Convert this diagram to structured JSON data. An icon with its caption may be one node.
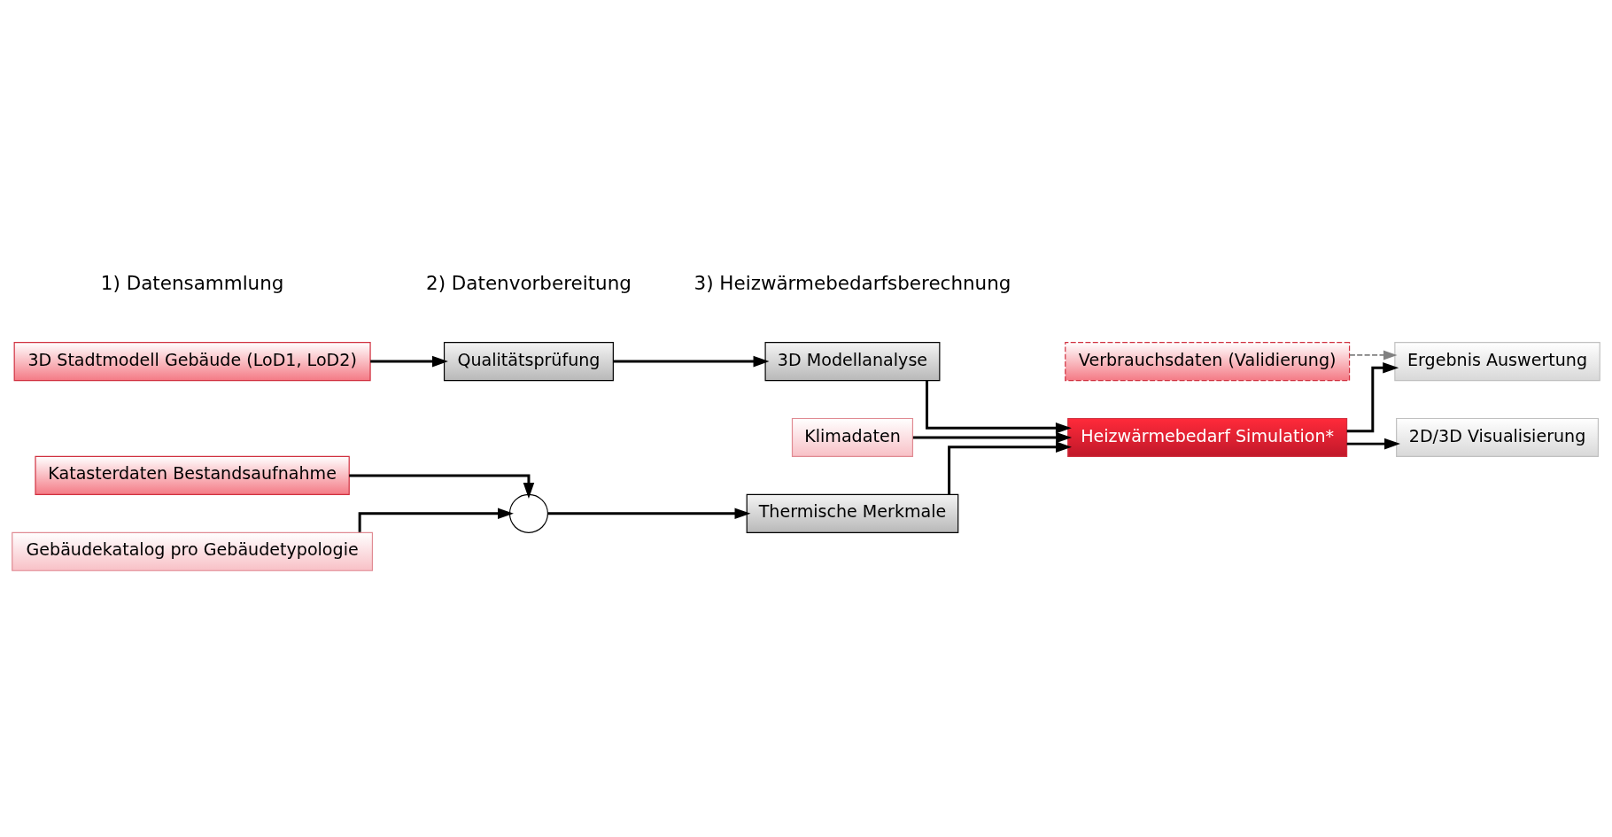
{
  "diagram": {
    "nodes": [
      {
        "text": [
          "3D Stadtmodell Gebäude (LoD1, LoD2)"
        ]
      },
      {
        "text": [
          "Qualitätsprüfung"
        ]
      },
      {
        "text": [
          "3D Modellanalyse"
        ]
      },
      {
        "text": [
          "Klimadaten"
        ]
      },
      {
        "text": [
          "Heizwärmebedarf Simulation*"
        ]
      },
      {
        "text": [
          "Katasterdaten Bestandsaufnahme"
        ]
      },
      {
        "text": [],
        "shape": "circle"
      },
      {
        "text": [
          "Thermische Merkmale"
        ]
      },
      {
        "text": [
          "Gebäudekatalog pro Gebäudetypologie"
        ]
      },
      {
        "text": [
          "Ergebnis Auswertung"
        ]
      },
      {
        "text": [
          "2D/3D Visualisierung"
        ]
      },
      {
        "text": [
          "Verbrauchsdaten (Validierung)"
        ]
      }
    ],
    "edges": [
      {
        "from": 0,
        "to": 1,
        "arrow": "to"
      },
      {
        "from": 1,
        "to": 2,
        "arrow": "to"
      },
      {
        "from": 2,
        "to": 4,
        "arrow": "to"
      },
      {
        "from": 7,
        "to": 4,
        "arrow": "to"
      },
      {
        "from": 3,
        "to": 4,
        "arrow": "to"
      },
      {
        "from": 5,
        "to": 6,
        "arrow": "to"
      },
      {
        "from": 8,
        "to": 6,
        "arrow": "to"
      },
      {
        "from": 6,
        "to": 7,
        "arrow": "to"
      },
      {
        "from": 4,
        "to": 9,
        "arrow": "to"
      },
      {
        "from": 4,
        "to": 10,
        "arrow": "to"
      },
      {
        "from": 11,
        "to": 9,
        "arrow": "to",
        "style": "dashed",
        "color": "#808080"
      }
    ],
    "labels": [
      "1) Datensammlung",
      "2) Datenvorbereitung",
      "3) Heizwärmebedarfsberechnung"
    ]
  }
}
